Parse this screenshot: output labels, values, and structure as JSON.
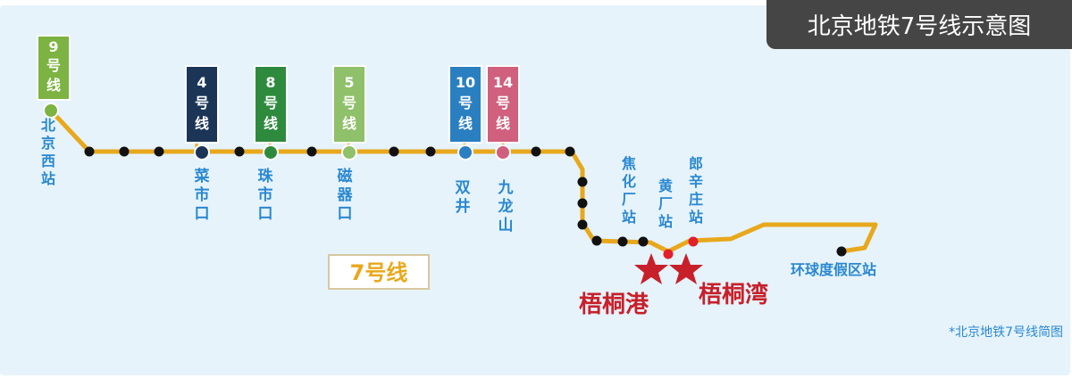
{
  "header": {
    "title": "北京地铁7号线示意图"
  },
  "line": {
    "name": "7号线",
    "color": "#e8a81c"
  },
  "transfer_lines": [
    {
      "id": "9",
      "number": "9",
      "label": "号线",
      "color": "#7cb342"
    },
    {
      "id": "4",
      "number": "4",
      "label": "号线",
      "color": "#1b3557"
    },
    {
      "id": "8",
      "number": "8",
      "label": "号线",
      "color": "#2e8b3e"
    },
    {
      "id": "5",
      "number": "5",
      "label": "号线",
      "color": "#8fc06a"
    },
    {
      "id": "10",
      "number": "10",
      "label": "号线",
      "color": "#2a7fc1"
    },
    {
      "id": "14",
      "number": "14",
      "label": "号线",
      "color": "#d0607d"
    }
  ],
  "stations": [
    {
      "id": "beijingxi",
      "name": "北京西站"
    },
    {
      "id": "caishikou",
      "name": "菜市口"
    },
    {
      "id": "zhushikou",
      "name": "珠市口"
    },
    {
      "id": "ciqikou",
      "name": "磁器口"
    },
    {
      "id": "shuangjing",
      "name": "双井"
    },
    {
      "id": "jiulongshan",
      "name": "九龙山"
    },
    {
      "id": "jiaohuachang",
      "name": "焦化厂站"
    },
    {
      "id": "huangchang",
      "name": "黄厂站"
    },
    {
      "id": "haoxinzhuang",
      "name": "郎辛庄站"
    },
    {
      "id": "universal",
      "name": "环球度假区站"
    }
  ],
  "landmarks": [
    {
      "id": "wutonggang",
      "name": "梧桐港"
    },
    {
      "id": "wutongwan",
      "name": "梧桐湾"
    }
  ],
  "footnote": "*北京地铁7号线简图",
  "colors": {
    "map_bg": "#e6f3fb",
    "station_text": "#2a88d0",
    "landmark_text": "#c8202a",
    "star": "#c8202a",
    "station_dot": "#111111"
  }
}
